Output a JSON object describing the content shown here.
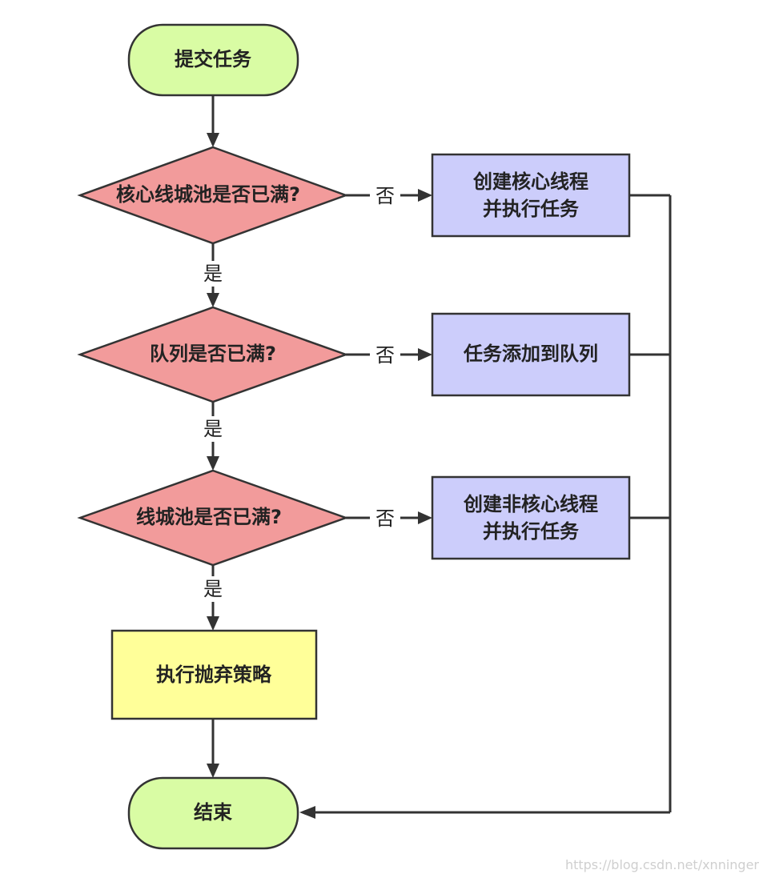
{
  "nodes": {
    "start": {
      "text": "提交任务",
      "fill": "#d9fca4"
    },
    "q_core": {
      "text": "核心线城池是否已满?",
      "fill": "#f29b9b"
    },
    "create_core": {
      "line1": "创建核心线程",
      "line2": "并执行任务",
      "fill": "#cccdfb"
    },
    "q_queue": {
      "text": "队列是否已满?",
      "fill": "#f29b9b"
    },
    "add_queue": {
      "text": "任务添加到队列",
      "fill": "#cccdfb"
    },
    "q_pool": {
      "text": "线城池是否已满?",
      "fill": "#f29b9b"
    },
    "create_noncore": {
      "line1": "创建非核心线程",
      "line2": "并执行任务",
      "fill": "#cccdfb"
    },
    "reject": {
      "text": "执行抛弃策略",
      "fill": "#ffff99"
    },
    "end": {
      "text": "结束",
      "fill": "#d9fca4"
    }
  },
  "edge_labels": {
    "yes": "是",
    "no": "否"
  },
  "watermark": "https://blog.csdn.net/xnninger",
  "colors": {
    "stroke": "#333333",
    "text": "#222222"
  }
}
